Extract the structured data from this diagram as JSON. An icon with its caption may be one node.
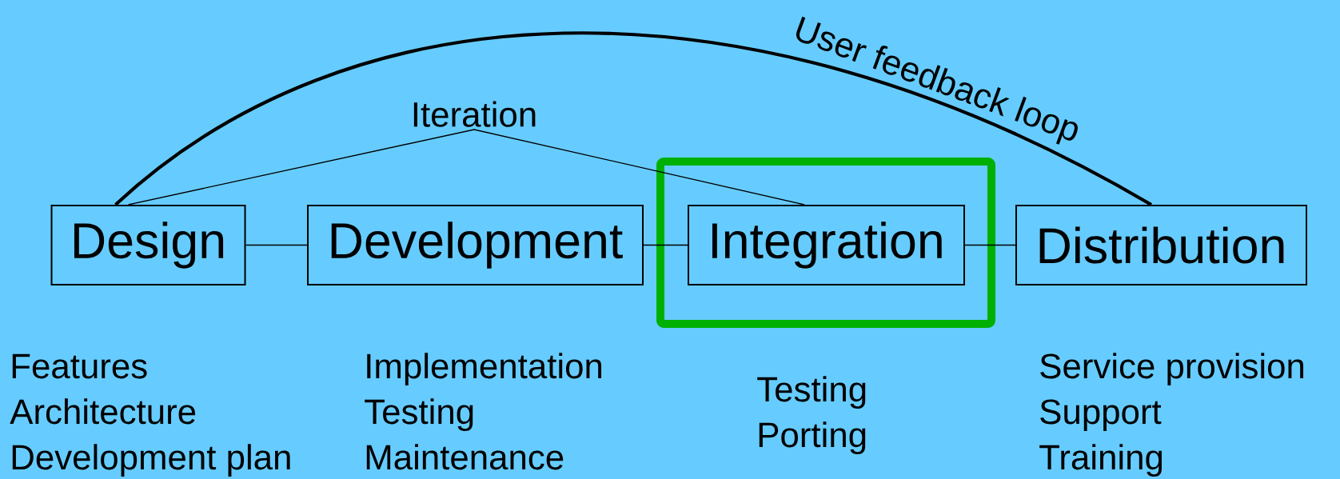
{
  "diagram": {
    "nodes": [
      {
        "text": [
          "Design"
        ],
        "beside": [
          "Features",
          "Architecture",
          "Development plan"
        ]
      },
      {
        "text": [
          "Development"
        ],
        "beside": [
          "Implementation",
          "Testing",
          "Maintenance"
        ]
      },
      {
        "text": [],
        "shape": "box"
      },
      {
        "text": [
          "Integration"
        ],
        "in": 2,
        "beside": [
          "Testing",
          "Porting"
        ]
      },
      {
        "text": [
          "Distribution"
        ],
        "beside": [
          "Service provision",
          "Support",
          "Training"
        ]
      }
    ],
    "edges": [
      {
        "from": 0,
        "to": 1,
        "arrow": "none"
      },
      {
        "from": 1,
        "to": 3,
        "arrow": "none"
      },
      {
        "from": 3,
        "to": 4,
        "arrow": "none"
      },
      {
        "from": 0,
        "to": 3,
        "arrow": "none",
        "label": "Iteration"
      },
      {
        "from": 0,
        "to": 4,
        "arrow": "none",
        "label": "User feedback loop",
        "style": "thick"
      }
    ]
  }
}
